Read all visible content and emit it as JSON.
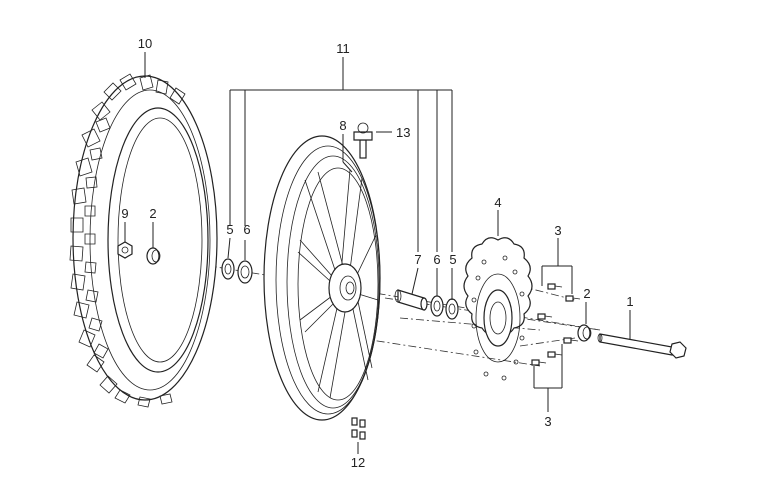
{
  "labels": {
    "axle": "1",
    "spacer_left": "2",
    "spacer_right": "2",
    "bolts_top": "3",
    "bolts_bottom": "3",
    "brake_disc": "4",
    "bearing_left": "5",
    "bearing_right": "5",
    "seal_left": "6",
    "seal_right": "6",
    "distance_collar": "7",
    "valve": "8",
    "nut": "9",
    "tire": "10",
    "wheel_assembly": "11",
    "balance_weights": "12",
    "valve_cap": "13"
  }
}
